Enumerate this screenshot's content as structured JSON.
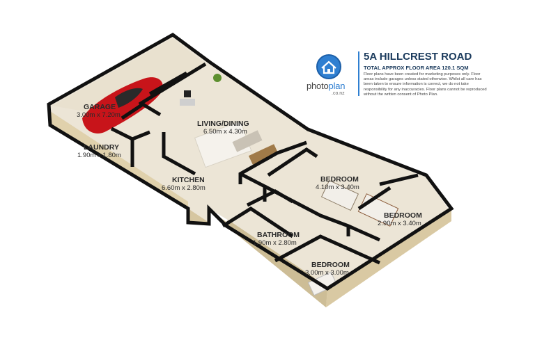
{
  "header": {
    "title": "5A HILLCREST ROAD",
    "subtitle": "TOTAL APPROX FLOOR AREA 120.1 SQM",
    "disclaimer": "Floor plans have been created for marketing purposes only. Floor areas include garages unless stated otherwise. Whilst all care has been taken to ensure information is correct, we do not take responsibility for any inaccuracies. Floor plans cannot be reproduced without the written consent of Photo Plan."
  },
  "brand": {
    "name_part1": "photo",
    "name_part2": "plan",
    "domain": ".co.nz",
    "icon": "house-icon",
    "accent": "#2f7fd1"
  },
  "rooms": [
    {
      "name": "GARAGE",
      "size": "3.00m x 7.20m"
    },
    {
      "name": "LAUNDRY",
      "size": "1.90m x 1.80m"
    },
    {
      "name": "LIVING/DINING",
      "size": "6.50m x 4.30m"
    },
    {
      "name": "KITCHEN",
      "size": "6.60m x 2.80m"
    },
    {
      "name": "BEDROOM",
      "size": "4.10m x 3.40m"
    },
    {
      "name": "BEDROOM",
      "size": "2.90m x 3.40m"
    },
    {
      "name": "BATHROOM",
      "size": "1.90m x 2.80m"
    },
    {
      "name": "BEDROOM",
      "size": "3.00m x 3.00m"
    }
  ],
  "colors": {
    "floor": "#ece5d6",
    "wall_top": "#111111",
    "wall_face": "#d9c9a3",
    "car": "#c8141a"
  }
}
